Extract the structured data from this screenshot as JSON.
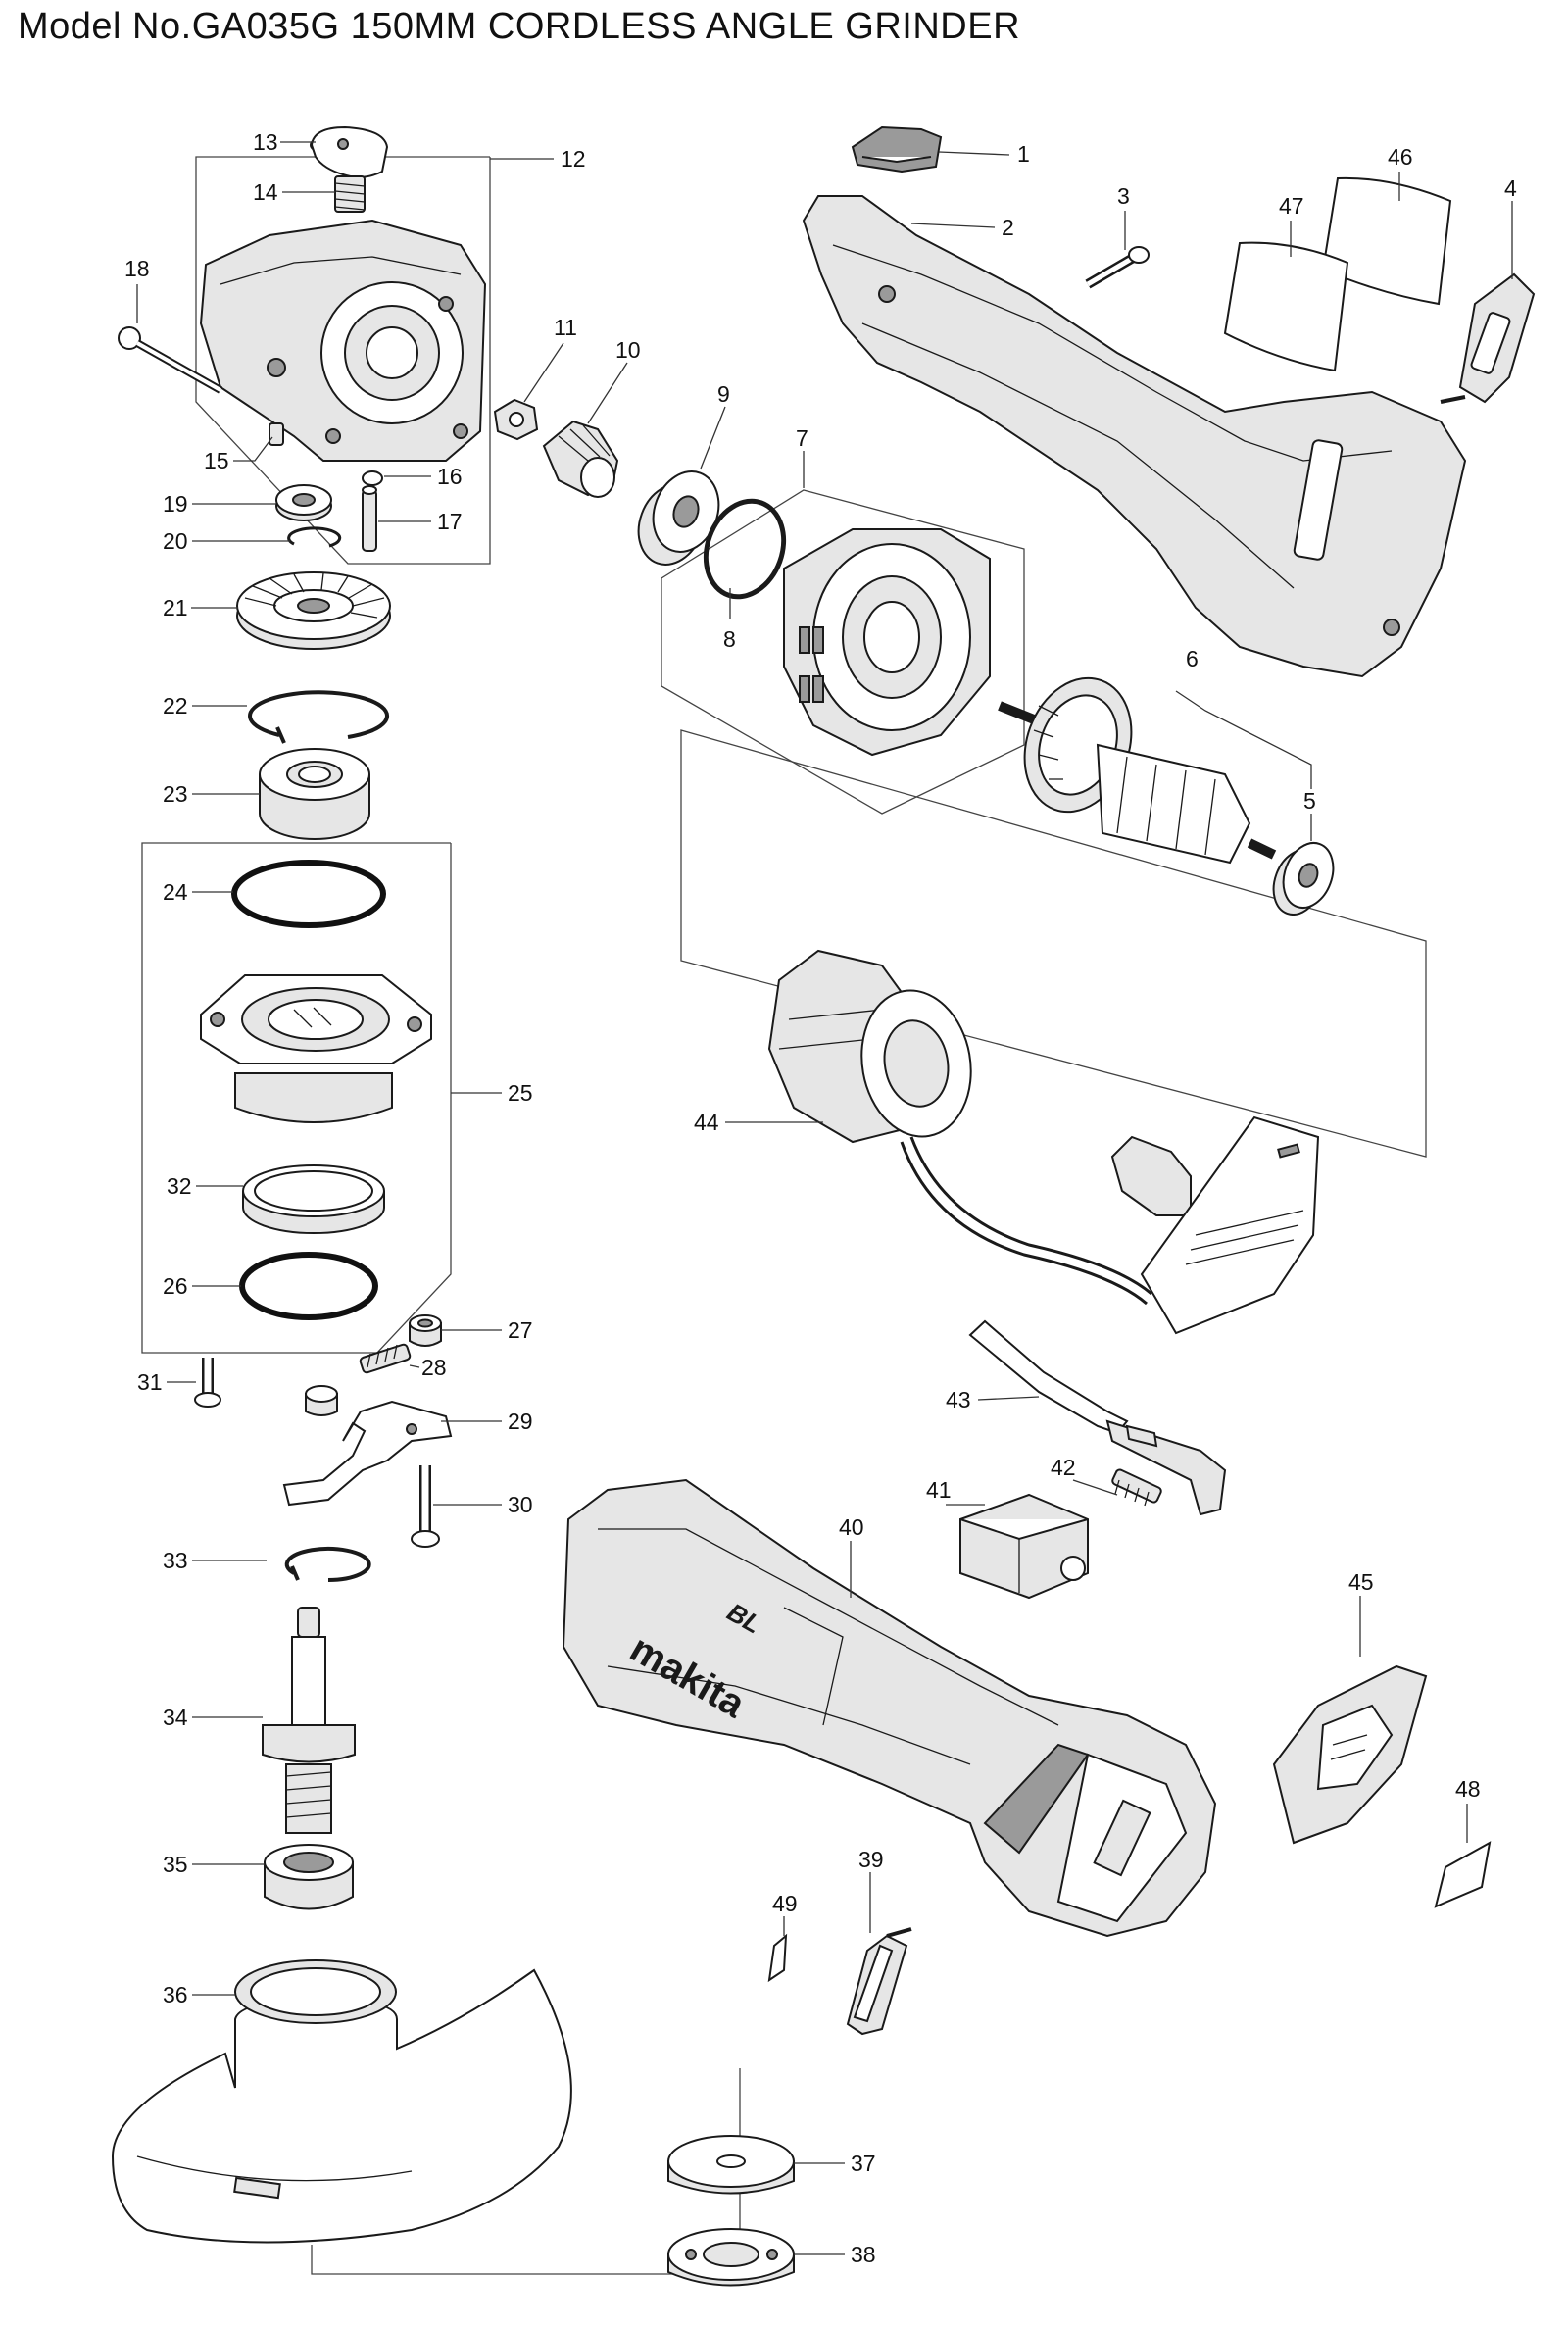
{
  "title": "Model No.GA035G 150MM CORDLESS ANGLE GRINDER",
  "part_numbers": [
    "1",
    "2",
    "3",
    "4",
    "5",
    "6",
    "7",
    "8",
    "9",
    "10",
    "11",
    "12",
    "13",
    "14",
    "15",
    "16",
    "17",
    "18",
    "19",
    "20",
    "21",
    "22",
    "23",
    "24",
    "25",
    "26",
    "27",
    "28",
    "29",
    "30",
    "31",
    "32",
    "33",
    "34",
    "35",
    "36",
    "37",
    "38",
    "39",
    "40",
    "41",
    "42",
    "43",
    "44",
    "45",
    "46",
    "47",
    "48",
    "49"
  ],
  "housing_logo": "makita",
  "housing_badge": "BL"
}
